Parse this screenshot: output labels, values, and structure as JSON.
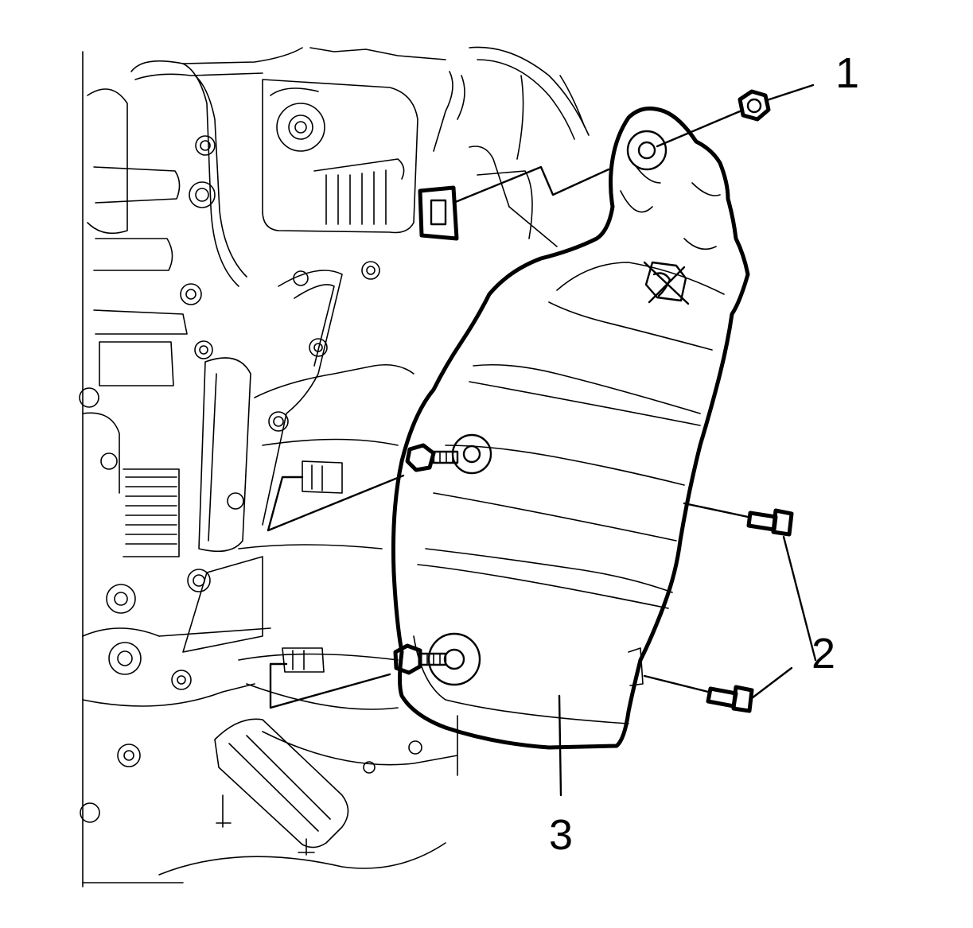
{
  "diagram": {
    "colors": {
      "ink": "#000000",
      "paper": "#ffffff"
    },
    "callouts": [
      {
        "id": "1",
        "label": "1",
        "part": "heat-shield-nut"
      },
      {
        "id": "2",
        "label": "2",
        "part": "heat-shield-bolts"
      },
      {
        "id": "3",
        "label": "3",
        "part": "exhaust-manifold-heat-shield"
      }
    ],
    "symbols": [
      "no-touch-hot-surface-icon"
    ]
  }
}
